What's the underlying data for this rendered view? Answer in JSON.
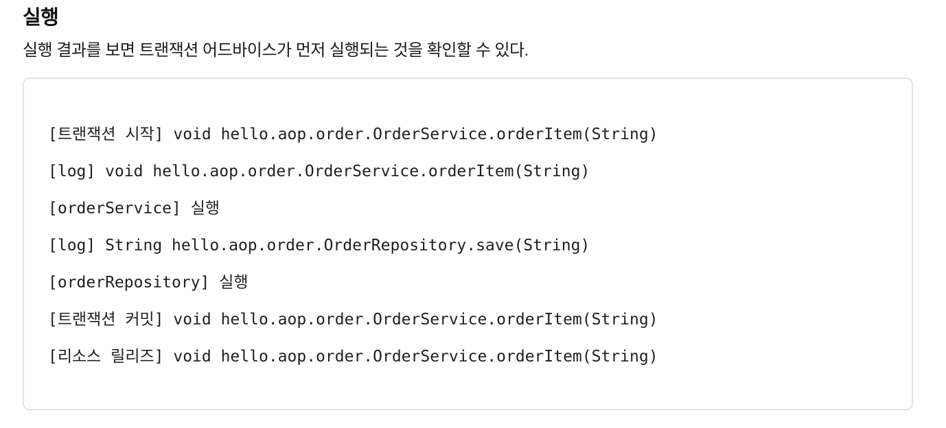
{
  "heading": "실행",
  "paragraph": "실행 결과를 보면 트랜잭션 어드바이스가 먼저 실행되는 것을 확인할 수 있다.",
  "code_block": {
    "lines": [
      "[트랜잭션 시작] void hello.aop.order.OrderService.orderItem(String)",
      "[log] void hello.aop.order.OrderService.orderItem(String)",
      "[orderService] 실행",
      "[log] String hello.aop.order.OrderRepository.save(String)",
      "[orderRepository] 실행",
      "[트랜잭션 커밋] void hello.aop.order.OrderService.orderItem(String)",
      "[리소스 릴리즈] void hello.aop.order.OrderService.orderItem(String)"
    ]
  },
  "colors": {
    "page_background": "#ffffff",
    "text": "#1a1a1a",
    "code_text": "#1f1f1f",
    "code_border": "#e4e4e4"
  }
}
